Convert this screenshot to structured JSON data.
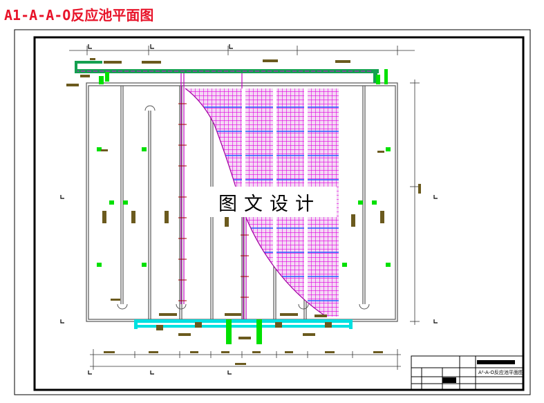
{
  "drawing": {
    "title": "A1-A-A-O反应池平面图",
    "watermark": "图文设计",
    "title_block_name": "A²-A-O反应池平面图"
  },
  "colors": {
    "frame": "#000000",
    "title_red": "#e8142a",
    "pipe_green": "#14a050",
    "valve_green": "#00e000",
    "media_magenta": "#e000e0",
    "media_blue": "#2060ff",
    "pipe_cyan": "#00e0e0",
    "label_olive": "#6b5a1e"
  }
}
